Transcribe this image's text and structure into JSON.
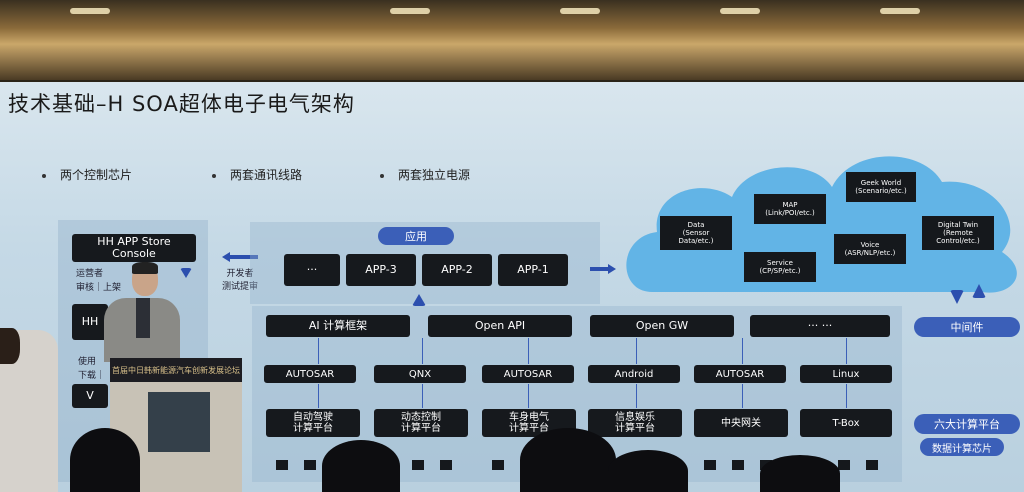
{
  "slide": {
    "title": "技术基础–H SOA超体电子电气架构",
    "bullets": [
      "两个控制芯片",
      "两套通讯线路",
      "两套独立电源"
    ],
    "left_panel": {
      "store": "HH APP Store\nConsole",
      "label1": "运营者",
      "label2": "审核｜上架",
      "hh": "HH",
      "label3": "使用",
      "label4": "下载｜",
      "v": "V"
    },
    "dev_label": "开发者\n测试提审",
    "app_pill": "应用",
    "apps": [
      "···",
      "APP-3",
      "APP-2",
      "APP-1"
    ],
    "cloud_items": [
      "Geek World\n(Scenario/etc.)",
      "MAP\n(Link/POI/etc.)",
      "Data\n(Sensor\nData/etc.)",
      "Digital Twin\n(Remote\nControl/etc.)",
      "Voice\n(ASR/NLP/etc.)",
      "Service\n(CP/SP/etc.)"
    ],
    "middleware": [
      "AI 计算框架",
      "Open API",
      "Open GW",
      "··· ···"
    ],
    "middleware_pill": "中间件",
    "os": [
      "AUTOSAR",
      "QNX",
      "AUTOSAR",
      "Android",
      "AUTOSAR",
      "Linux"
    ],
    "platforms": [
      "自动驾驶\n计算平台",
      "动态控制\n计算平台",
      "车身电气\n计算平台",
      "信息娱乐\n计算平台",
      "中央网关",
      "T-Box"
    ],
    "platform_pill": "六大计算平台",
    "chip_pill": "数据计算芯片"
  },
  "podium_text": "首届中日韩新能源汽车创新发展论坛",
  "colors": {
    "accent": "#3b5fb8",
    "block": "#16191d",
    "screen_bg": "#c5d9e6"
  }
}
